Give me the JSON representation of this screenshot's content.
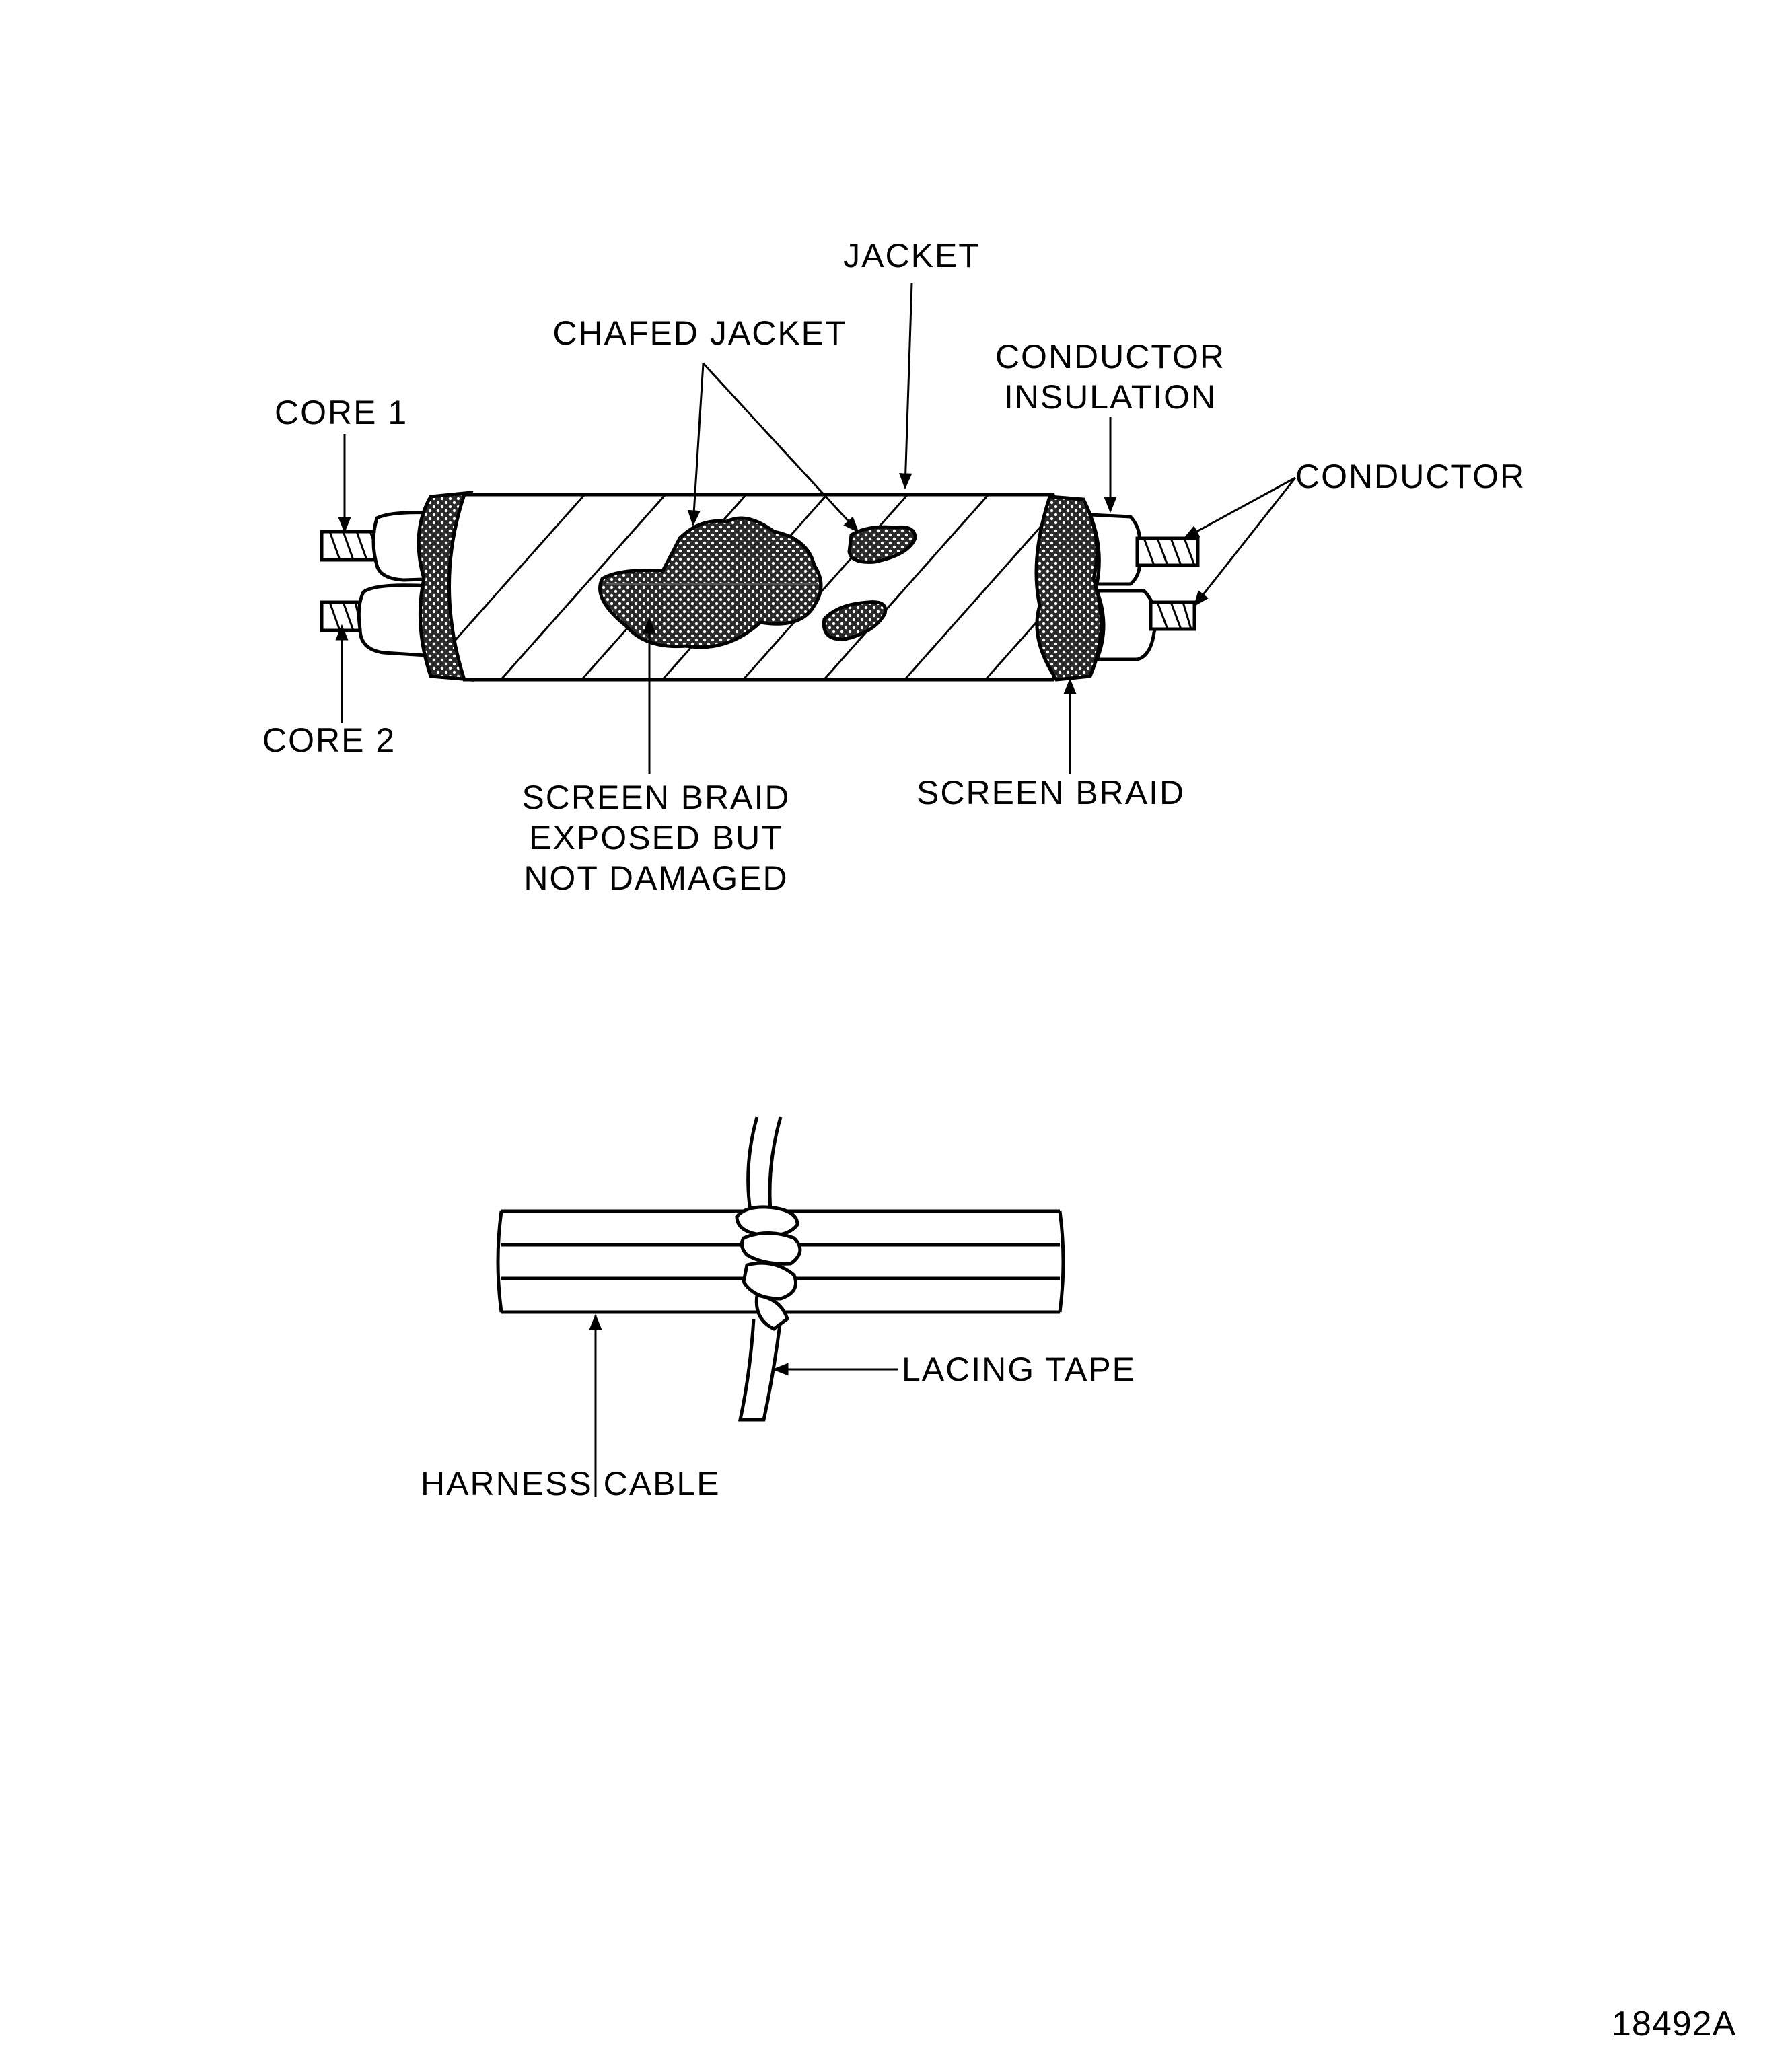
{
  "cable_diagram": {
    "labels": {
      "jacket": "JACKET",
      "chafed_jacket": "CHAFED JACKET",
      "conductor_insulation": [
        "CONDUCTOR",
        "INSULATION"
      ],
      "core_1": "CORE 1",
      "conductor": "CONDUCTOR",
      "core_2": "CORE 2",
      "screen_braid_exposed": [
        "SCREEN BRAID",
        "EXPOSED BUT",
        "NOT DAMAGED"
      ],
      "screen_braid": "SCREEN BRAID"
    }
  },
  "harness_diagram": {
    "labels": {
      "lacing_tape": "LACING TAPE",
      "harness_cable": "HARNESS CABLE"
    }
  },
  "figure_number": "18492A"
}
